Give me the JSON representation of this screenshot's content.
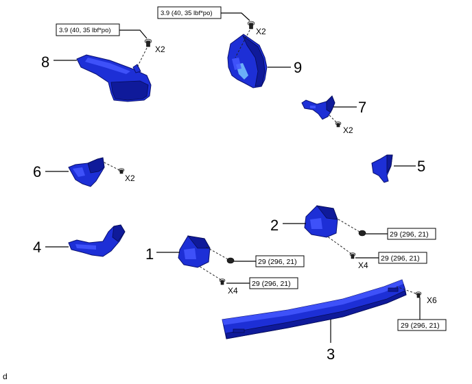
{
  "torque": {
    "t_9": "3.9 (40, 35 lbf*po)",
    "t_8": "3.9 (40, 35 lbf*po)",
    "t_2_nut": "29 (296, 21)",
    "t_2_bolt": "29 (296, 21)",
    "t_1_nut": "29 (296, 21)",
    "t_1_bolt": "29 (296, 21)",
    "t_3": "29 (296, 21)"
  },
  "quantities": {
    "q_9": "X2",
    "q_8": "X2",
    "q_7": "X2",
    "q_6": "X2",
    "q_2": "X4",
    "q_1": "X4",
    "q_3": "X6"
  },
  "callouts": {
    "c1": "1",
    "c2": "2",
    "c3": "3",
    "c4": "4",
    "c5": "5",
    "c6": "6",
    "c7": "7",
    "c8": "8",
    "c9": "9"
  },
  "footer": {
    "code": "d"
  },
  "colors": {
    "part_blue": "#1d2fd6",
    "highlight": "#7fd0ff"
  }
}
